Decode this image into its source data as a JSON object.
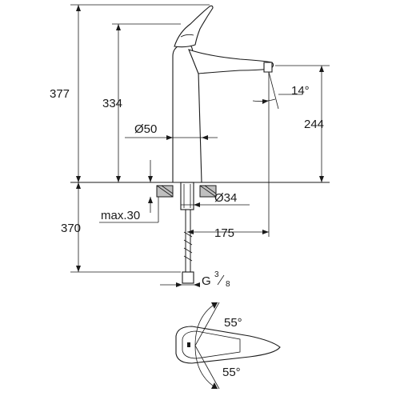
{
  "dimensions": {
    "total_height": "377",
    "spout_height": "334",
    "outlet_height": "244",
    "outlet_angle": "14°",
    "body_diameter": "Ø50",
    "hole_diameter": "Ø34",
    "max_deck_thickness": "max.30",
    "connection_length": "370",
    "projection": "175",
    "thread_prefix": "G",
    "thread_num": "3",
    "thread_den": "8",
    "lever_angle_left": "55°",
    "lever_angle_right": "55°"
  }
}
